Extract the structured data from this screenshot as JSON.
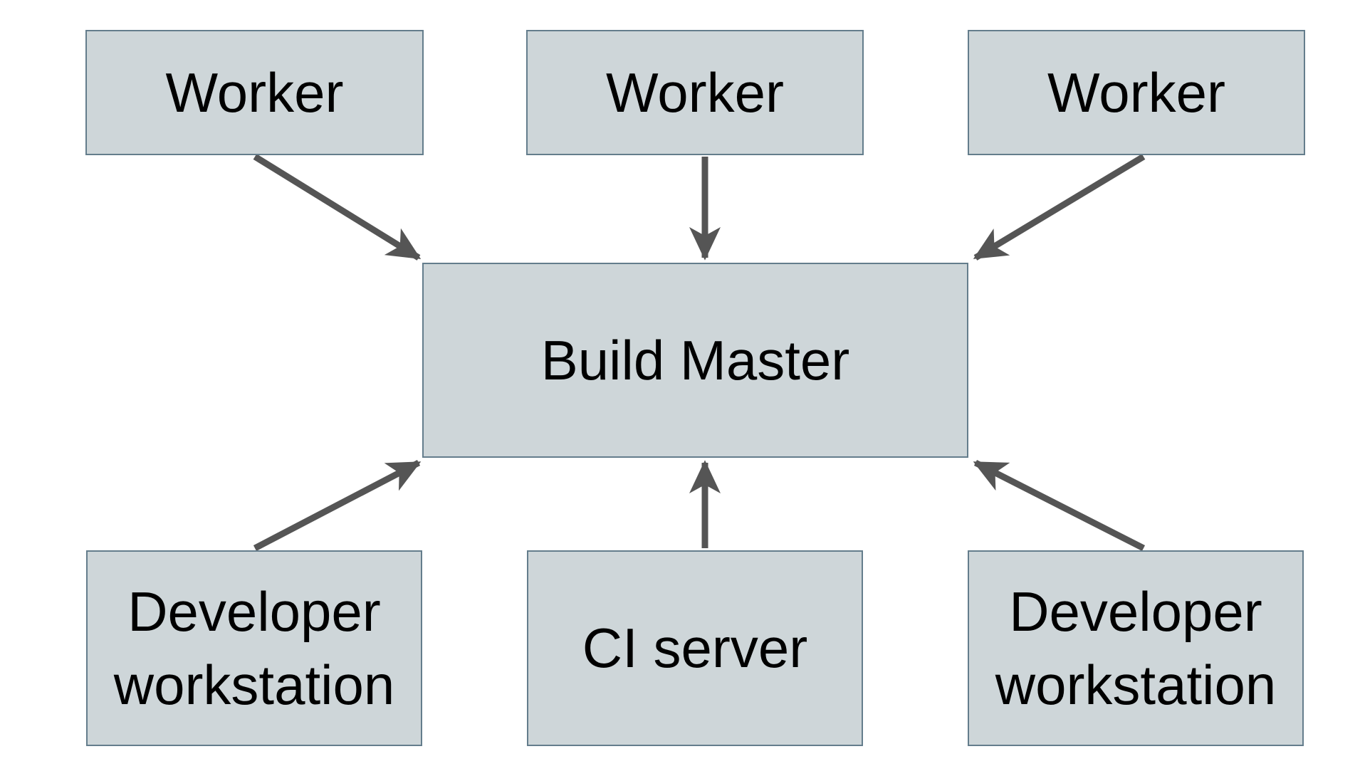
{
  "diagram": {
    "type": "block-architecture",
    "background_color": "#ffffff",
    "node_fill_color": "#ced6d9",
    "node_border_color": "#647d8c",
    "edge_color": "#555555",
    "text_color": "#000000",
    "nodes": [
      {
        "id": "worker-1",
        "label": "Worker",
        "row": "top",
        "column": 1
      },
      {
        "id": "worker-2",
        "label": "Worker",
        "row": "top",
        "column": 2
      },
      {
        "id": "worker-3",
        "label": "Worker",
        "row": "top",
        "column": 3
      },
      {
        "id": "build-master",
        "label": "Build Master",
        "row": "middle",
        "column": 2
      },
      {
        "id": "dev-ws-1",
        "label": "Developer\nworkstation",
        "row": "bottom",
        "column": 1
      },
      {
        "id": "ci-server",
        "label": "CI server",
        "row": "bottom",
        "column": 2
      },
      {
        "id": "dev-ws-2",
        "label": "Developer\nworkstation",
        "row": "bottom",
        "column": 3
      }
    ],
    "edges": [
      {
        "id": "edge-worker-1-to-build-master",
        "from": "worker-1",
        "to": "build-master",
        "direction": "to-target",
        "arrowhead": "filled"
      },
      {
        "id": "edge-worker-2-to-build-master",
        "from": "worker-2",
        "to": "build-master",
        "direction": "to-target",
        "arrowhead": "filled"
      },
      {
        "id": "edge-worker-3-to-build-master",
        "from": "worker-3",
        "to": "build-master",
        "direction": "to-target",
        "arrowhead": "filled"
      },
      {
        "id": "edge-dev-ws-1-to-build-master",
        "from": "dev-ws-1",
        "to": "build-master",
        "direction": "to-target",
        "arrowhead": "filled"
      },
      {
        "id": "edge-ci-server-to-build-master",
        "from": "ci-server",
        "to": "build-master",
        "direction": "to-target",
        "arrowhead": "filled"
      },
      {
        "id": "edge-dev-ws-2-to-build-master",
        "from": "dev-ws-2",
        "to": "build-master",
        "direction": "to-target",
        "arrowhead": "filled"
      }
    ]
  }
}
